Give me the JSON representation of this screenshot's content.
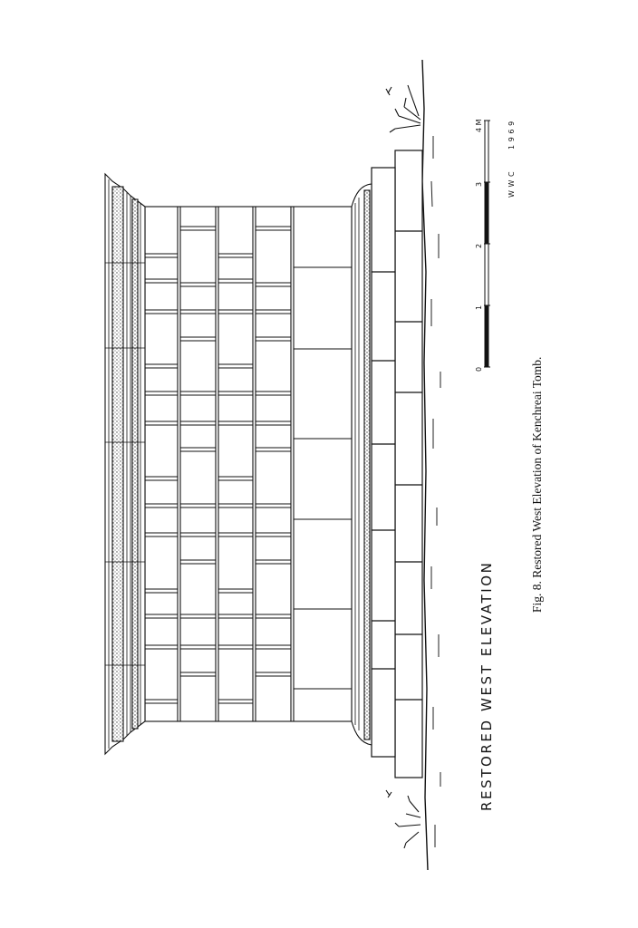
{
  "drawing": {
    "title": "RESTORED WEST ELEVATION",
    "caption": "Fig. 8. Restored West Elevation of Kenchreai Tomb.",
    "scale_ticks": [
      "0",
      "1",
      "2",
      "3",
      "4 M"
    ],
    "signature": "WWC",
    "year": "1969"
  }
}
